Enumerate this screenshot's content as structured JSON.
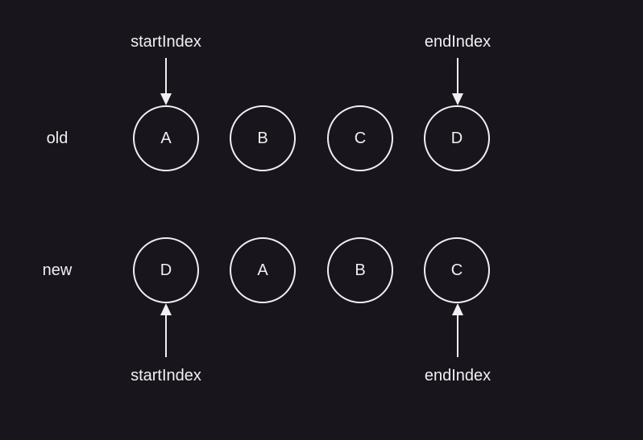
{
  "diagram": {
    "rows": {
      "old": {
        "label": "old",
        "nodes": [
          "A",
          "B",
          "C",
          "D"
        ]
      },
      "new": {
        "label": "new",
        "nodes": [
          "D",
          "A",
          "B",
          "C"
        ]
      }
    },
    "pointers": {
      "old_start": "startIndex",
      "old_end": "endIndex",
      "new_start": "startIndex",
      "new_end": "endIndex"
    },
    "colors": {
      "background": "#18151d",
      "stroke": "#f0f0f0",
      "text": "#f0f0f0"
    }
  }
}
